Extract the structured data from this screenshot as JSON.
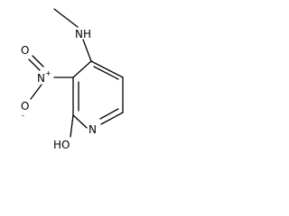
{
  "molecule": {
    "atoms": {
      "nh": "NH",
      "n_nitro": "N",
      "n_plus": "+",
      "o_top": "O",
      "o_minus_atom": "O",
      "o_minus_charge": "-",
      "n_ring": "N",
      "ho": "HO"
    },
    "colors": {
      "ink": "#000000",
      "background": "#ffffff"
    }
  }
}
